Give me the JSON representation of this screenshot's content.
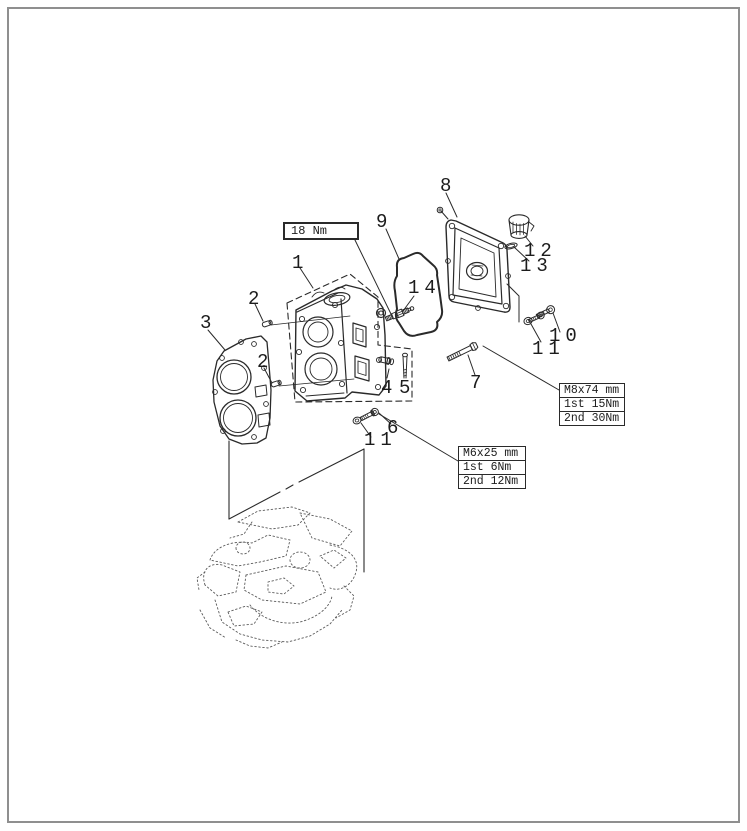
{
  "figure": {
    "kind": "exploded-parts-diagram",
    "subject": "cylinder head assembly"
  },
  "torque_note": {
    "label": "18 Nm"
  },
  "spec_boxes": [
    {
      "rows": [
        "M8x74 mm",
        "1st 15Nm",
        "2nd 30Nm"
      ]
    },
    {
      "rows": [
        "M6x25 mm",
        "1st 6Nm",
        "2nd 12Nm"
      ]
    }
  ],
  "callouts": [
    {
      "label": "1"
    },
    {
      "label": "2"
    },
    {
      "label": "2"
    },
    {
      "label": "3"
    },
    {
      "label": "4"
    },
    {
      "label": "5"
    },
    {
      "label": "6"
    },
    {
      "label": "7"
    },
    {
      "label": "8"
    },
    {
      "label": "9"
    },
    {
      "label": "10"
    },
    {
      "label": "11"
    },
    {
      "label": "11"
    },
    {
      "label": "12"
    },
    {
      "label": "13"
    },
    {
      "label": "14"
    }
  ],
  "colors": {
    "line": "#2a2a2a",
    "frame": "#8f8f8f",
    "background": "#ffffff"
  }
}
